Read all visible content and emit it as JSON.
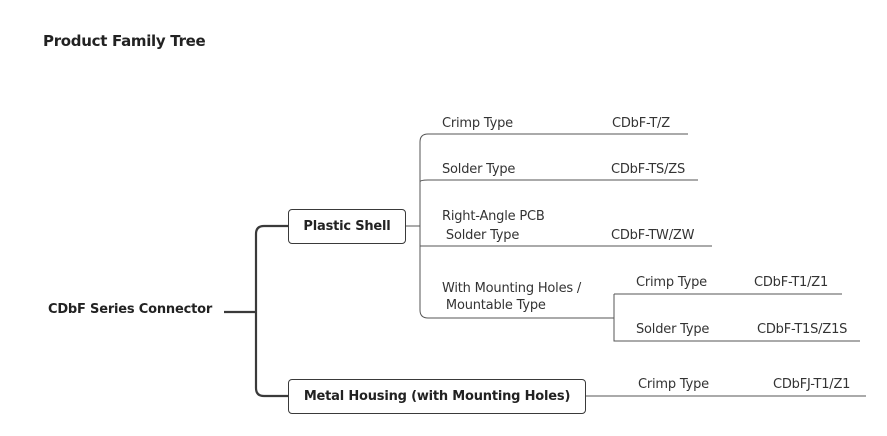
{
  "title": "Product Family Tree",
  "root": "CDbF Series Connector",
  "branches": [
    {
      "label": "Plastic Shell",
      "items": [
        {
          "name_lines": [
            "Crimp Type"
          ],
          "code": "CDbF-T/Z"
        },
        {
          "name_lines": [
            "Solder Type"
          ],
          "code": "CDbF-TS/ZS"
        },
        {
          "name_lines": [
            "Right-Angle PCB",
            " Solder Type"
          ],
          "code": "CDbF-TW/ZW"
        },
        {
          "name_lines": [
            "With Mounting Holes /",
            " Mountable Type"
          ],
          "items": [
            {
              "name": "Crimp Type",
              "code": "CDbF-T1/Z1"
            },
            {
              "name": "Solder Type",
              "code": "CDbF-T1S/Z1S"
            }
          ]
        }
      ]
    },
    {
      "label": "Metal Housing (with Mounting Holes)",
      "items": [
        {
          "name": "Crimp Type",
          "code": "CDbFJ-T1/Z1"
        }
      ]
    }
  ],
  "colors": {
    "line": "#3a3a3a",
    "thin_line": "#555555"
  }
}
